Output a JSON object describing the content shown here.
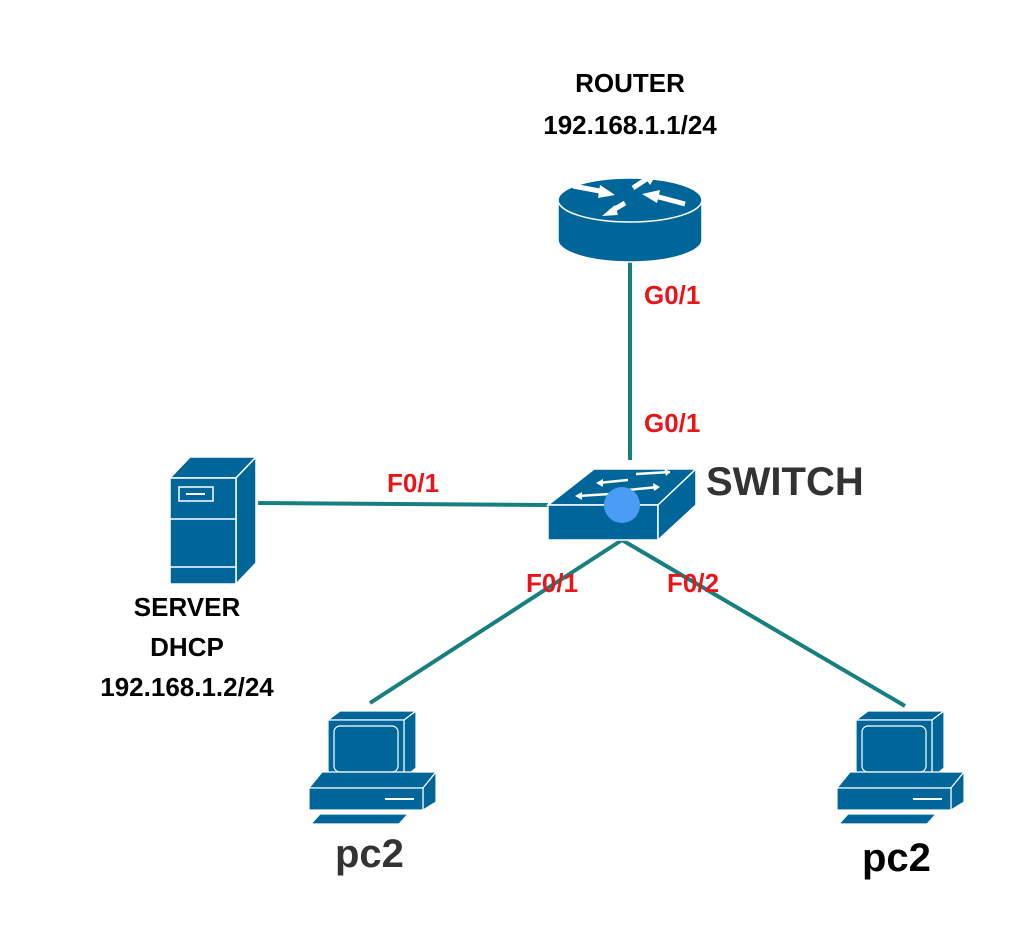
{
  "colors": {
    "device": "#006699",
    "link": "#17807e",
    "port_label": "#e8161b",
    "switch_dot": "#4a9cf4"
  },
  "devices": {
    "router": {
      "icon": "router-icon",
      "name": "ROUTER",
      "ip": "192.168.1.1/24"
    },
    "switch": {
      "icon": "switch-icon",
      "name": "SWITCH"
    },
    "server": {
      "icon": "server-icon",
      "name": "SERVER",
      "role": "DHCP",
      "ip": "192.168.1.2/24"
    },
    "pc_left": {
      "icon": "pc-icon",
      "name": "pc2"
    },
    "pc_right": {
      "icon": "pc-icon",
      "name": "pc2"
    }
  },
  "links": [
    {
      "from": "router",
      "to": "switch",
      "port_a": "G0/1",
      "port_b": "G0/1"
    },
    {
      "from": "server",
      "to": "switch",
      "port": "F0/1"
    },
    {
      "from": "switch",
      "to": "pc_left",
      "port": "F0/1"
    },
    {
      "from": "switch",
      "to": "pc_right",
      "port": "F0/2"
    }
  ]
}
